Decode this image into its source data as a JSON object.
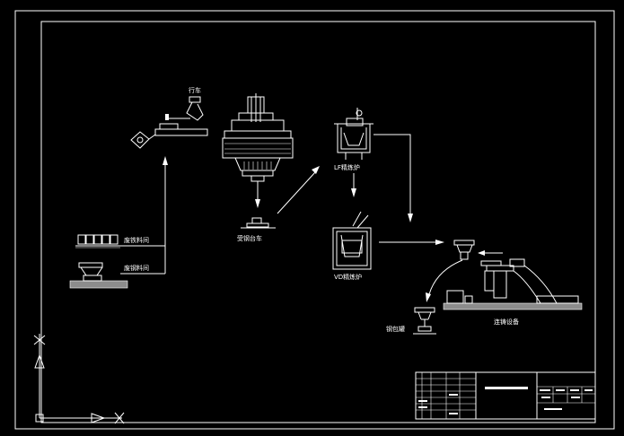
{
  "labels": {
    "crane": "行车",
    "scrap_yard_top": "废铁料间",
    "scrap_yard_bottom": "废钢料间",
    "ladle_car": "受钢台车",
    "lf_furnace": "LF精炼炉",
    "vd_furnace": "VD精炼炉",
    "casting_equipment": "连铸设备",
    "ladle": "钢包罐"
  },
  "colors": {
    "background": "#000000",
    "lines": "#ffffff"
  }
}
